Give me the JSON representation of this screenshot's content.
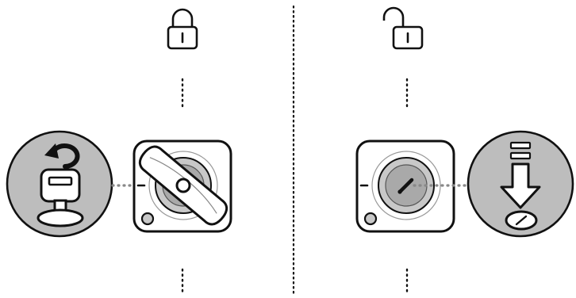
{
  "panels": [
    {
      "state": "locked",
      "state_icon": "padlock-closed-icon",
      "device_icon": "lock-cylinder-with-handle-icon",
      "badge_icon": "turn-key-icon",
      "badge_side": "left"
    },
    {
      "state": "unlocked",
      "state_icon": "padlock-open-icon",
      "device_icon": "lock-cylinder-without-handle-icon",
      "badge_icon": "remove-key-icon",
      "badge_side": "right"
    }
  ],
  "colors": {
    "stroke": "#111111",
    "badge_fill": "#bdbdbd",
    "dial_fill": "#c8c8c8",
    "dial_inner": "#a9a9a9",
    "dots": "#888888",
    "background": "#ffffff"
  }
}
